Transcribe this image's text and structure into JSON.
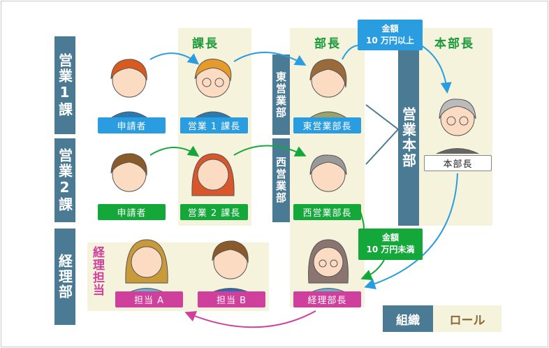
{
  "orgs": {
    "sales1": "営業1課",
    "sales2": "営業2課",
    "accounting": "経理部",
    "east": "東営業部",
    "west": "西営業部",
    "hq": "営業本部"
  },
  "columns": {
    "section_chief": "課長",
    "dept_head": "部長",
    "hq_head": "本部長",
    "accounting_staff": "経理担当"
  },
  "roles": {
    "applicant1": "申請者",
    "chief1": "営業 1 課長",
    "east_head": "東営業部長",
    "hq_head": "本部長",
    "applicant2": "申請者",
    "chief2": "営業 2 課長",
    "west_head": "西営業部長",
    "staff_a": "担当 A",
    "staff_b": "担当 B",
    "acc_head": "経理部長"
  },
  "conditions": {
    "over_line1": "金額",
    "over_line2": "10 万円以上",
    "under_line1": "金額",
    "under_line2": "10 万円未満"
  },
  "legend": {
    "org": "組織",
    "role": "ロール"
  },
  "colors": {
    "org": "#4a7a94",
    "route1": "#2a9de0",
    "route2": "#14a83a",
    "accounting": "#cf3f9c",
    "role_bg": "#f5f3dc"
  }
}
